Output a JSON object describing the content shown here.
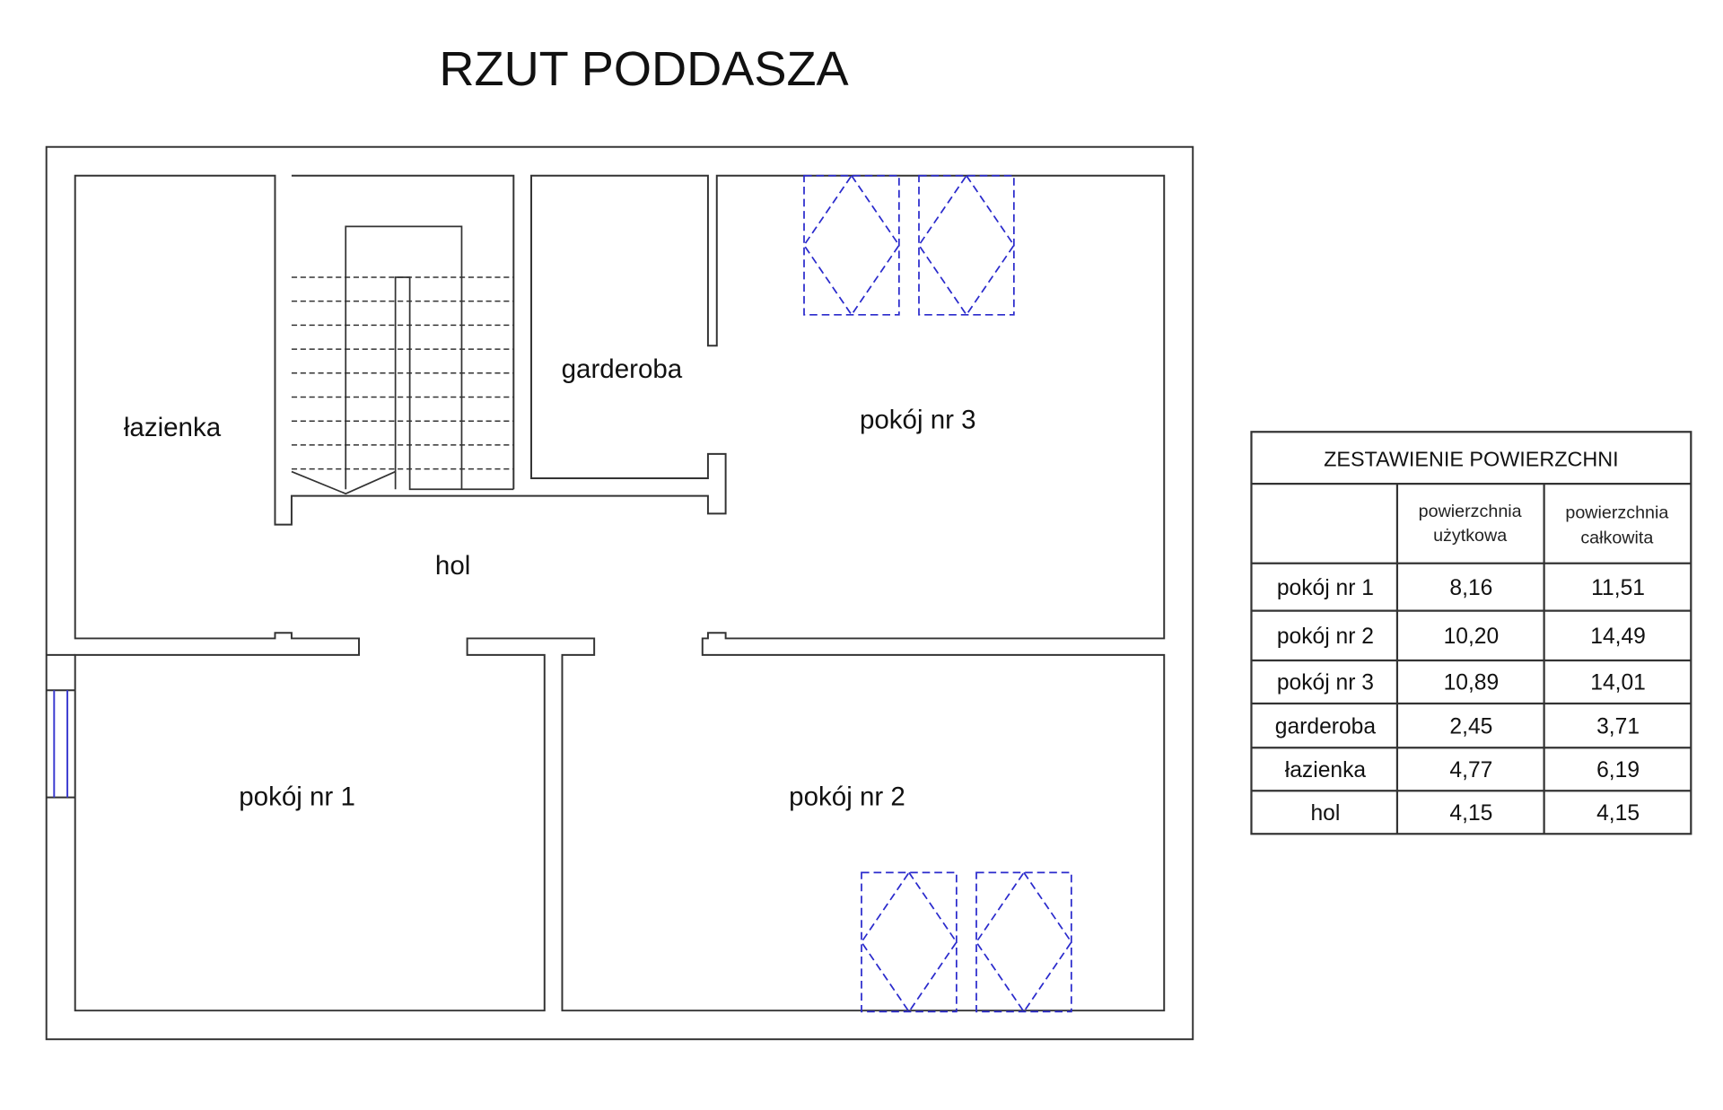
{
  "title": "RZUT PODDASZA",
  "rooms": {
    "lazienka": "łazienka",
    "garderoba": "garderoba",
    "pokoj3": "pokój nr 3",
    "hol": "hol",
    "pokoj1": "pokój nr 1",
    "pokoj2": "pokój nr 2"
  },
  "colors": {
    "walls": "#333333",
    "skylights": "#2a2acc"
  },
  "table": {
    "title": "ZESTAWIENIE POWIERZCHNI",
    "headers": [
      {
        "line1": "powierzchnia",
        "line2": "użytkowa"
      },
      {
        "line1": "powierzchnia",
        "line2": "całkowita"
      }
    ],
    "rows": [
      {
        "name": "pokój nr 1",
        "uzytkowa": "8,16",
        "calkowita": "11,51"
      },
      {
        "name": "pokój nr 2",
        "uzytkowa": "10,20",
        "calkowita": "14,49"
      },
      {
        "name": "pokój nr 3",
        "uzytkowa": "10,89",
        "calkowita": "14,01"
      },
      {
        "name": "garderoba",
        "uzytkowa": "2,45",
        "calkowita": "3,71"
      },
      {
        "name": "łazienka",
        "uzytkowa": "4,77",
        "calkowita": "6,19"
      },
      {
        "name": "hol",
        "uzytkowa": "4,15",
        "calkowita": "4,15"
      }
    ]
  }
}
